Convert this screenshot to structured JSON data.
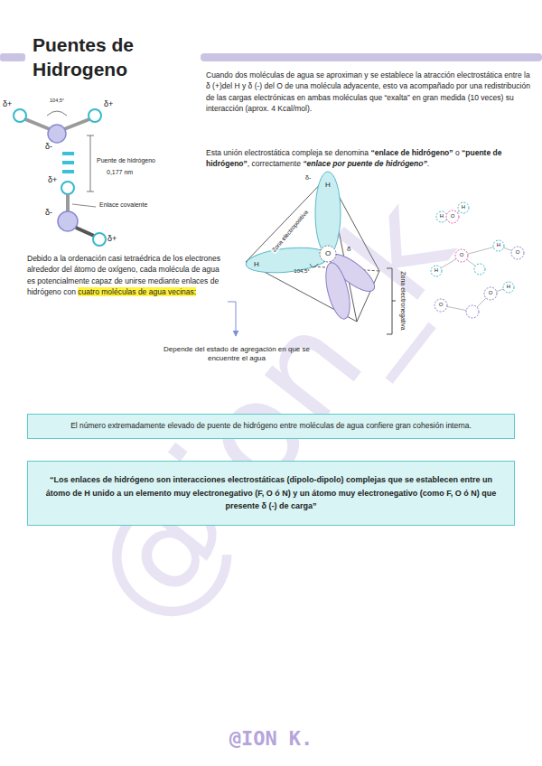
{
  "diagram": {
    "title": "Puentes de Hidrogeno",
    "nodes": [
      {
        "text": [
          "El número extremadamente elevado de puente de hidrógeno entre moléculas de agua confiere gran cohesión interna."
        ]
      },
      {
        "text": [
          "“Los enlaces de hidrógeno son interacciones electrostáticas (dipolo-dipolo) complejas que se establecen entre un átomo de H unido a un elemento muy electronegativo (F, O ó N) y un átomo muy electronegativo (como F, O ó N) que presente δ (-) de carga”"
        ]
      }
    ],
    "edges": [],
    "labels": [
      "δ+",
      "104,5°",
      "δ+",
      "δ-",
      "δ+",
      "δ-",
      "δ+",
      "Puente de hidrógeno",
      "0,177 nm",
      "Enlace covalente",
      "Cuando dos moléculas de agua se aproximan y se establece la atracción electrostática entre la δ (+)del H y δ (-) del O de una molécula adyacente, esto va acompañado por una redistribución de las cargas electrónicas en ambas moléculas que “exalta” en gran medida (10 veces) su interacción (aprox. 4 Kcal/mol).",
      "Esta unión electrostática compleja se denomina",
      "“enlace de hidrógeno”",
      "o",
      "“puente de hidrógeno”",
      ", correctamente",
      "“enlace por puente de hidrógeno”",
      ".",
      "H",
      "δ-",
      "Zona electropositiva",
      "104,5°",
      "H",
      "O",
      "δ",
      "Zona electronegativa",
      "H",
      "O",
      "H",
      "O",
      "H",
      "O",
      "H",
      "O",
      "H",
      "O",
      "Debido a la ordenación casi tetraédrica de los electrones alrededor del átomo de oxígeno, cada molécula de agua es potencialmente capaz de unirse mediante enlaces de hidrógeno con",
      "cuatro moléculas de agua vecinas:",
      "Depende del estado de agregación en que se encuentre el agua",
      "@ion_k",
      "@ION K."
    ]
  }
}
